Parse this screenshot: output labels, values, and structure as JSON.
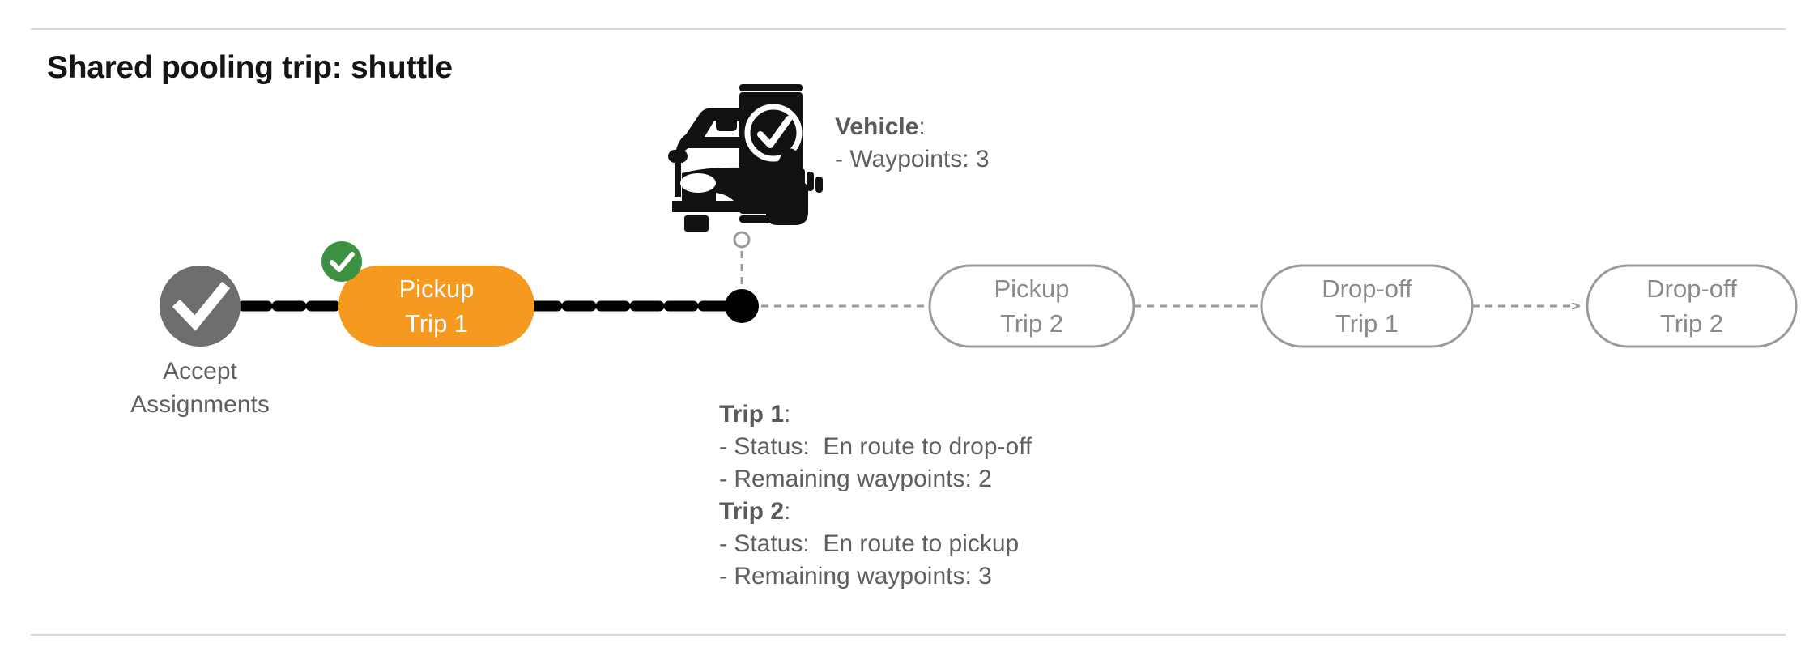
{
  "page": {
    "title": "Shared pooling trip: shuttle",
    "background": "#ffffff",
    "divider_color": "#d6d6d6"
  },
  "colors": {
    "accent_orange": "#F5991F",
    "badge_green": "#3D9143",
    "node_grey": "#6E6E6E",
    "idle_grey": "#9a9a9a",
    "text_grey": "#5f5f5f",
    "active_line": "#000000",
    "idle_line": "#9a9a9a"
  },
  "flow": {
    "start_node": {
      "icon": "check-circle-icon",
      "caption_line1": "Accept",
      "caption_line2": "Assignments"
    },
    "steps": [
      {
        "id": "pickup-trip-1",
        "line1": "Pickup",
        "line2": "Trip 1",
        "state": "active",
        "badge": "check-badge-icon"
      },
      {
        "id": "pickup-trip-2",
        "line1": "Pickup",
        "line2": "Trip 2",
        "state": "idle",
        "badge": null
      },
      {
        "id": "drop-off-trip-1",
        "line1": "Drop-off",
        "line2": "Trip 1",
        "state": "idle",
        "badge": null
      },
      {
        "id": "drop-off-trip-2",
        "line1": "Drop-off",
        "line2": "Trip 2",
        "state": "idle",
        "badge": null
      }
    ]
  },
  "vehicle": {
    "icon": "car-phone-check-icon",
    "marker": "vehicle-position-marker",
    "heading": "Vehicle",
    "heading_suffix": ":",
    "detail": "- Waypoints: 3"
  },
  "trip_info": {
    "trip1": {
      "heading": "Trip 1",
      "heading_suffix": ":",
      "status": "- Status:  En route to drop-off",
      "waypoints": "- Remaining waypoints: 2"
    },
    "trip2": {
      "heading": "Trip 2",
      "heading_suffix": ":",
      "status": "- Status:  En route to pickup",
      "waypoints": "- Remaining waypoints: 3"
    }
  }
}
